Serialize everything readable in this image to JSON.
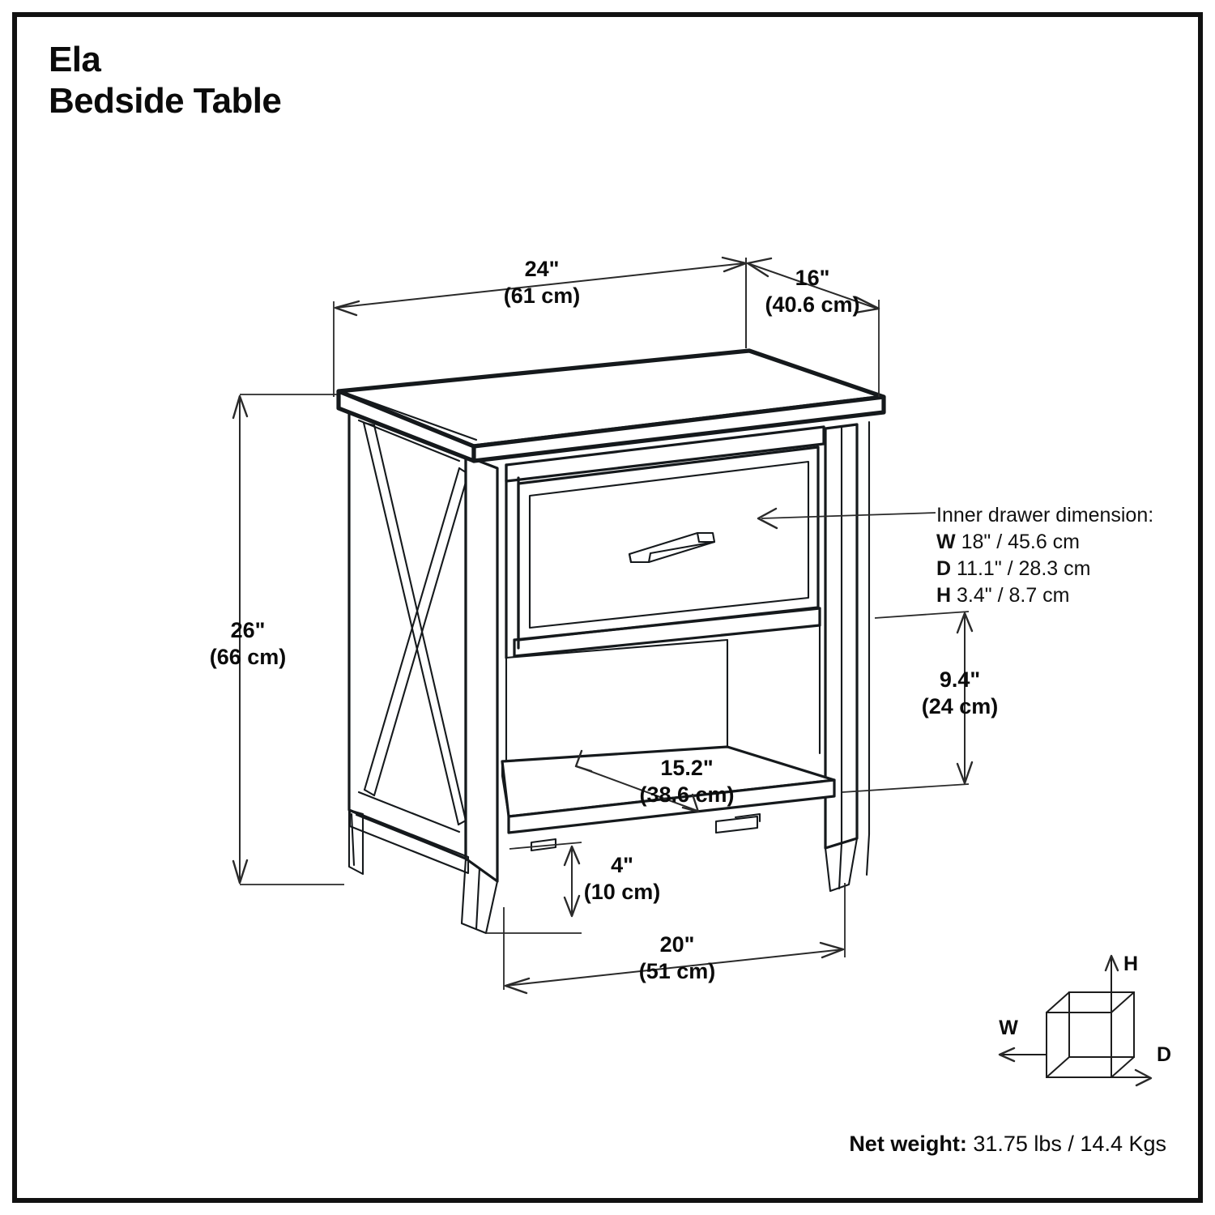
{
  "product": {
    "name": "Ela",
    "type": "Bedside Table"
  },
  "dimensions": {
    "overall_width": {
      "imperial": "24\"",
      "metric": "(61 cm)"
    },
    "overall_depth": {
      "imperial": "16\"",
      "metric": "(40.6 cm)"
    },
    "overall_height": {
      "imperial": "26\"",
      "metric": "(66 cm)"
    },
    "open_shelf_height": {
      "imperial": "9.4\"",
      "metric": "(24 cm)"
    },
    "shelf_depth": {
      "imperial": "15.2\"",
      "metric": "(38.6 cm)"
    },
    "floor_clearance": {
      "imperial": "4\"",
      "metric": "(10 cm)"
    },
    "base_width": {
      "imperial": "20\"",
      "metric": "(51 cm)"
    }
  },
  "inner_drawer": {
    "heading": "Inner drawer dimension:",
    "rows": [
      {
        "key": "W",
        "value": "18\" / 45.6 cm"
      },
      {
        "key": "D",
        "value": "11.1\" / 28.3 cm"
      },
      {
        "key": "H",
        "value": "3.4\" / 8.7 cm"
      }
    ]
  },
  "axis_legend": {
    "width_label": "W",
    "depth_label": "D",
    "height_label": "H"
  },
  "net_weight": {
    "label": "Net weight:",
    "value": "31.75 lbs / 14.4 Kgs"
  },
  "colors": {
    "line": "#15191c",
    "dimension": "#2a2a2a",
    "text": "#0b0b0b",
    "background": "#ffffff"
  }
}
